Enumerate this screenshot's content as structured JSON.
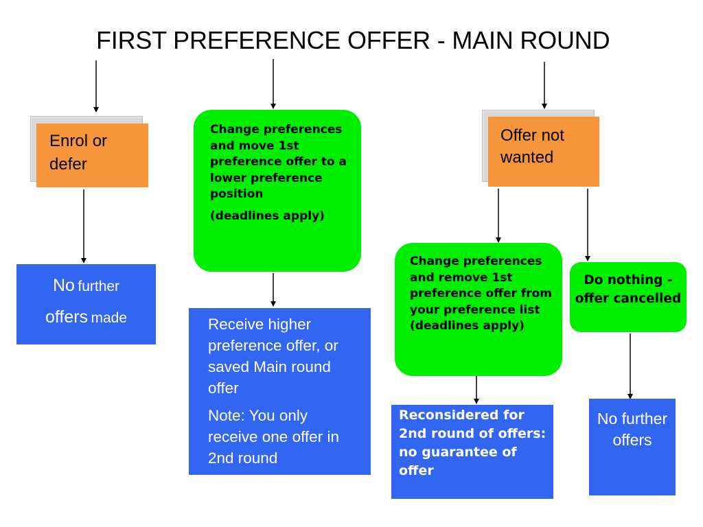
{
  "title": "FIRST PREFERENCE OFFER - MAIN ROUND",
  "colors": {
    "orange": "#f7953a",
    "green": "#00ee00",
    "blue": "#3366f0",
    "shadow": "#d8d8d8"
  },
  "nodes": {
    "enrol": {
      "text": "Enrol or defer"
    },
    "change_move": {
      "text": "Change preferences and move 1st preference offer to a lower preference position",
      "note": "(deadlines apply)"
    },
    "offer_not_wanted": {
      "text": "Offer not wanted"
    },
    "no_further_made": {
      "part1": "No",
      "part2": "further",
      "part3": "offers",
      "part4": "made"
    },
    "receive_higher": {
      "text": "Receive higher preference offer, or saved Main round offer",
      "note": "Note: You only receive one offer in 2nd round"
    },
    "change_remove": {
      "text": "Change preferences and remove 1st preference offer from your preference list (deadlines apply)"
    },
    "do_nothing": {
      "text": "Do nothing - offer cancelled"
    },
    "reconsidered": {
      "text": "Reconsidered for 2nd round of offers: no guarantee of offer"
    },
    "no_further_offers": {
      "text": "No further offers"
    }
  }
}
